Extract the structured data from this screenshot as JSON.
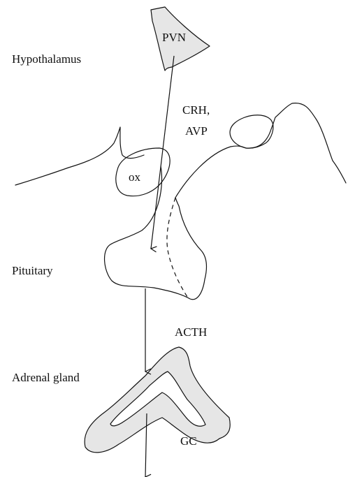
{
  "labels": {
    "hypothalamus": "Hypothalamus",
    "pituitary": "Pituitary",
    "adrenal_gland": "Adrenal gland",
    "pvn": "PVN",
    "crh": "CRH,",
    "avp": "AVP",
    "ox": "ox",
    "acth": "ACTH",
    "gc": "GC"
  },
  "colors": {
    "stroke": "#111111",
    "fill": "#e6e6e6",
    "background": "#ffffff"
  }
}
